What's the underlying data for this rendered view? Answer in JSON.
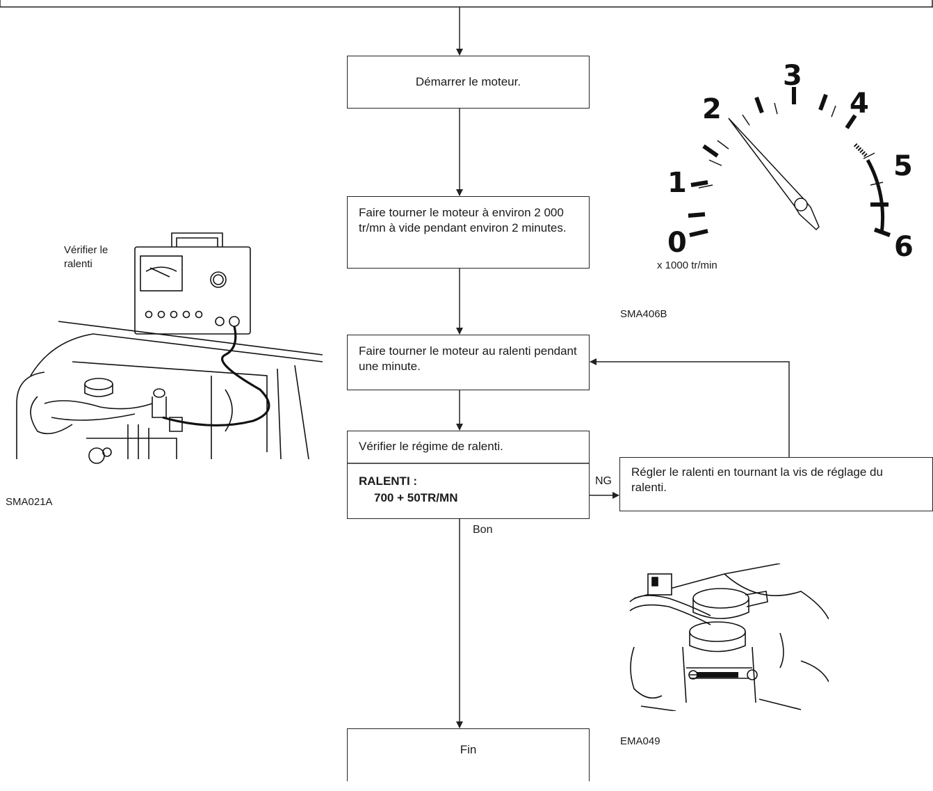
{
  "flowchart": {
    "steps": {
      "start_engine": "Démarrer le moteur.",
      "run_2000": "Faire tourner le moteur à environ 2 000 tr/mn à vide pendant environ 2 minutes.",
      "run_idle": "Faire tourner le moteur au ralenti pendant une minute.",
      "check_idle": "Vérifier le régime de ralenti.",
      "spec_label": "RALENTI :",
      "spec_value": "700 + 50TR/MN",
      "adjust": "Régler le ralenti en tournant la vis de réglage du ralenti.",
      "end": "Fin"
    },
    "branch_labels": {
      "ng": "NG",
      "ok": "Bon"
    }
  },
  "figures": {
    "tachometer": {
      "numbers": [
        "0",
        "1",
        "2",
        "3",
        "4",
        "5",
        "6"
      ],
      "unit": "x 1000 tr/min",
      "ref": "SMA406B"
    },
    "idle_tester": {
      "caption": "Vérifier le\nralenti",
      "ref": "SMA021A"
    },
    "carburetor": {
      "ref": "EMA049"
    }
  }
}
